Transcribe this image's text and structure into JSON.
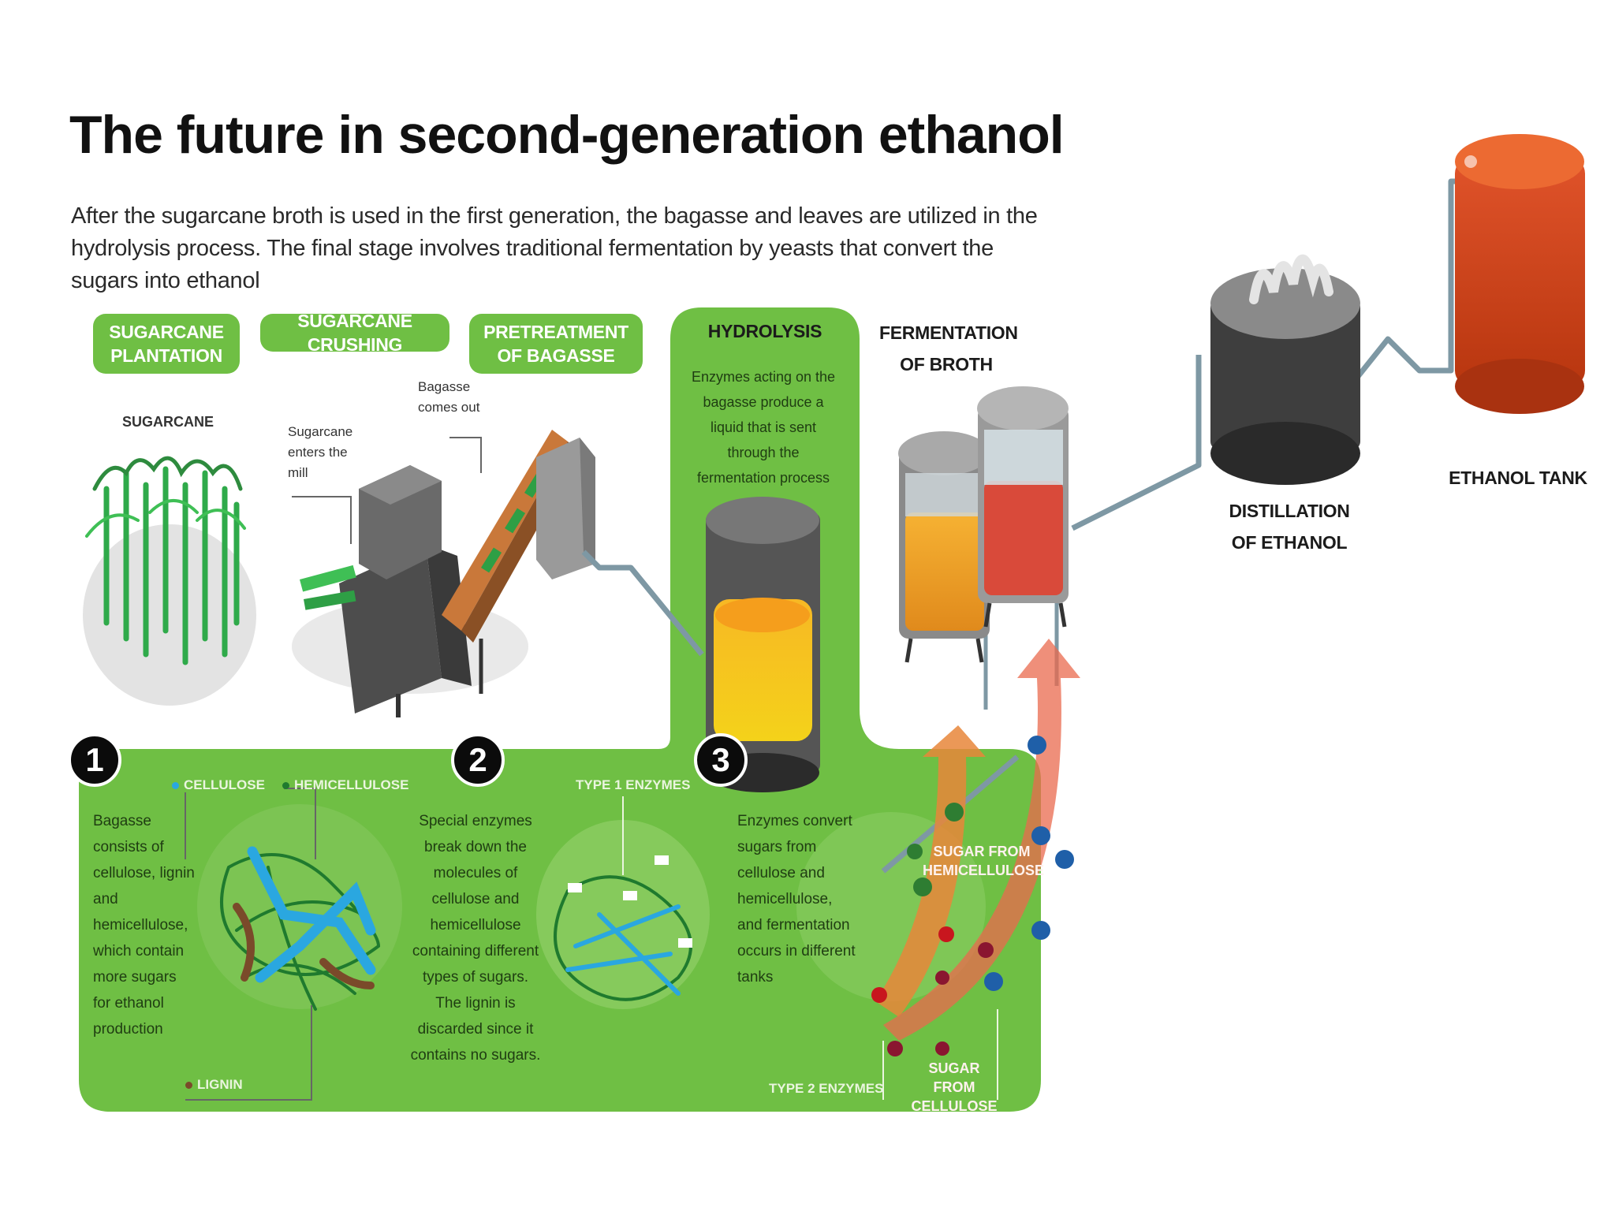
{
  "title": "The future in second-generation ethanol",
  "subtitle": "After the sugarcane broth is used in the first generation, the bagasse and leaves are utilized in the hydrolysis process. The final stage involves traditional fermentation by yeasts that convert the sugars into ethanol",
  "stages": {
    "plantation": "SUGARCANE PLANTATION",
    "crushing": "SUGARCANE CRUSHING",
    "pretreatment": "PRETREATMENT OF BAGASSE",
    "hydrolysis": "HYDROLYSIS",
    "fermentation": "FERMENTATION OF BROTH",
    "distillation": "DISTILLATION OF ETHANOL",
    "tank": "ETHANOL TANK"
  },
  "labels": {
    "sugarcane": "SUGARCANE",
    "enters_mill": "Sugarcane enters the mill",
    "bagasse_out": "Bagasse comes out",
    "hydrolysis_desc": "Enzymes acting on the bagasse produce a liquid that is sent through the fermentation process"
  },
  "steps": [
    {
      "number": "1",
      "text": "Bagasse consists of cellulose, lignin and hemicellulose, which contain more sugars for ethanol production"
    },
    {
      "number": "2",
      "text": "Special enzymes break down the molecules of cellulose and hemicellulose containing different types of sugars. The lignin is discarded since it contains no sugars."
    },
    {
      "number": "3",
      "text": "Enzymes convert sugars from cellulose and hemicellulose, and fermentation occurs in different tanks"
    }
  ],
  "legend": {
    "cellulose": "CELLULOSE",
    "hemicellulose": "HEMICELLULOSE",
    "lignin": "LIGNIN",
    "type1": "TYPE 1 ENZYMES",
    "type2": "TYPE 2 ENZYMES",
    "sugar_hemi": "SUGAR FROM HEMICELLULOSE",
    "sugar_cell": "SUGAR FROM CELLULOSE"
  },
  "colors": {
    "green": "#6fbf44",
    "cellulose": "#2aa7e0",
    "hemicellulose": "#1f7a2e",
    "lignin": "#7a4a2a",
    "ethanol_tank": "#d8461e",
    "pipe": "#7e98a4"
  }
}
